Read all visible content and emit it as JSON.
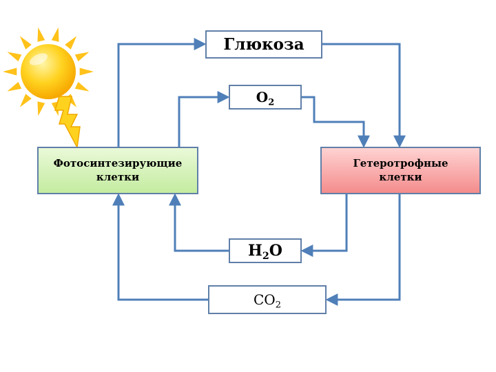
{
  "boxes": {
    "glucose": "Глюкоза",
    "o2": {
      "base": "O",
      "sub": "2"
    },
    "h2o": {
      "base1": "H",
      "sub": "2",
      "base2": "O"
    },
    "co2": {
      "base": "CO",
      "sub": "2"
    },
    "photosynthetic": "Фотосинтезирующие\nклетки",
    "heterotrophic": "Гетеротрофные\nклетки"
  },
  "colors": {
    "arrow": "#4f7fb8",
    "sun": "#ffd21f",
    "rays": "#ffc21a",
    "lightning": "#ffd21f",
    "photo_fill": "#c4eca0",
    "hetero_fill": "#f48c8c"
  },
  "icons": [
    "sun-icon",
    "lightning-icon"
  ]
}
